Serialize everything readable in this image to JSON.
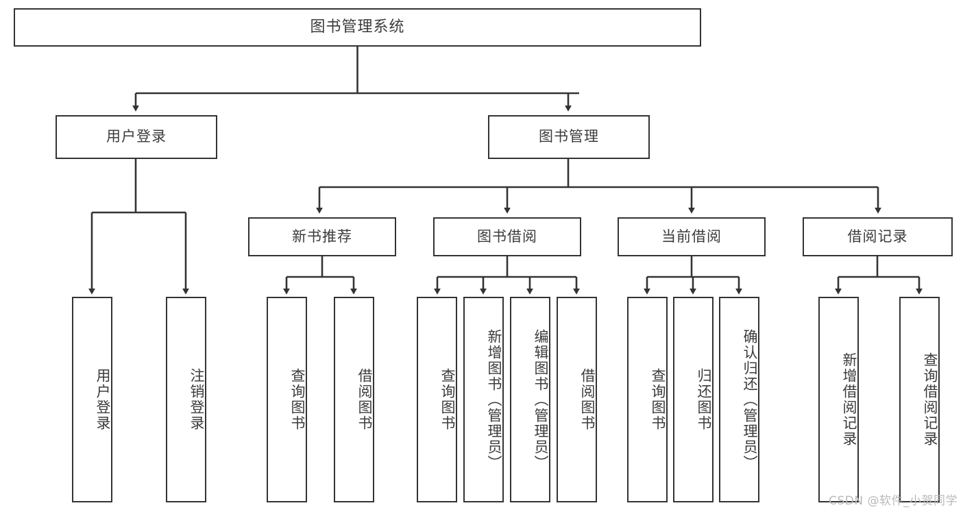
{
  "diagram": {
    "title": "图书管理系统",
    "watermark": "CSDN @软件_小贺同学",
    "stroke_color": "#333333",
    "text_color": "#3b3b3b",
    "background": "#ffffff",
    "root": {
      "id": "root",
      "label": "图书管理系统"
    },
    "level2": [
      {
        "id": "user-login",
        "label": "用户登录"
      },
      {
        "id": "book-manage",
        "label": "图书管理"
      }
    ],
    "level3": [
      {
        "id": "new-book-rec",
        "label": "新书推荐"
      },
      {
        "id": "book-borrow",
        "label": "图书借阅"
      },
      {
        "id": "current-borrow",
        "label": "当前借阅"
      },
      {
        "id": "borrow-record",
        "label": "借阅记录"
      }
    ],
    "leaves": {
      "user-login": [
        {
          "id": "leaf-user-login",
          "label": "用户登录"
        },
        {
          "id": "leaf-logout",
          "label": "注销登录"
        }
      ],
      "new-book-rec": [
        {
          "id": "leaf-query-book-1",
          "label": "查询图书"
        },
        {
          "id": "leaf-borrow-book-1",
          "label": "借阅图书"
        }
      ],
      "book-borrow": [
        {
          "id": "leaf-query-book-2",
          "label": "查询图书"
        },
        {
          "id": "leaf-add-book",
          "label": "新增图书（管理员）"
        },
        {
          "id": "leaf-edit-book",
          "label": "编辑图书（管理员）"
        },
        {
          "id": "leaf-borrow-book-2",
          "label": "借阅图书"
        }
      ],
      "current-borrow": [
        {
          "id": "leaf-query-book-3",
          "label": "查询图书"
        },
        {
          "id": "leaf-return-book",
          "label": "归还图书"
        },
        {
          "id": "leaf-confirm-return",
          "label": "确认归还（管理员）"
        }
      ],
      "borrow-record": [
        {
          "id": "leaf-add-record",
          "label": "新增借阅记录"
        },
        {
          "id": "leaf-query-record",
          "label": "查询借阅记录"
        }
      ]
    }
  }
}
